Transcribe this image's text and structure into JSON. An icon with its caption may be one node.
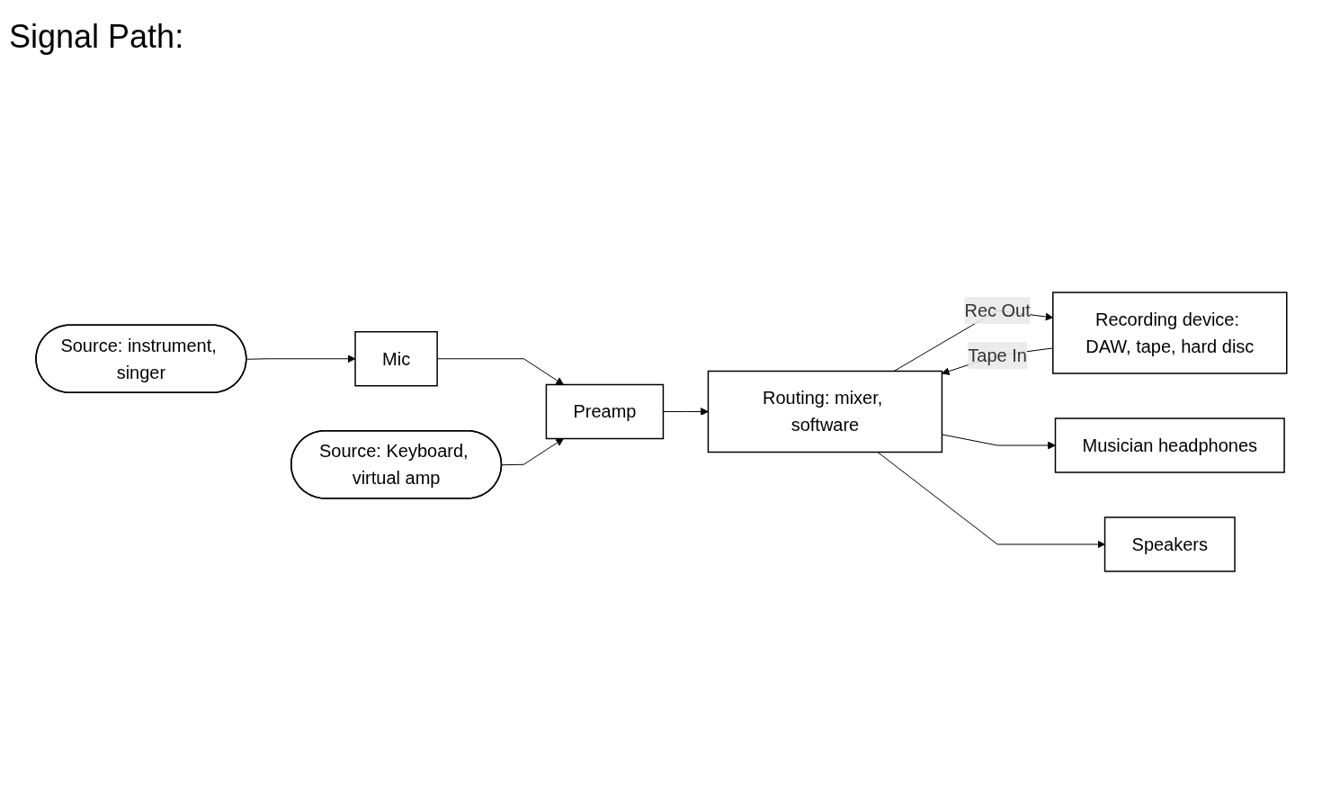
{
  "diagram": {
    "title": "Signal Path:",
    "nodes": [
      {
        "text": [
          "Source: instrument, singer"
        ]
      },
      {
        "text": [
          "Mic"
        ]
      },
      {
        "text": [
          "Source: Keyboard, virtual amp"
        ]
      },
      {
        "text": [
          "Preamp"
        ]
      },
      {
        "text": [
          "Musician headphones"
        ]
      },
      {
        "text": [
          "Routing: mixer, software"
        ]
      },
      {
        "text": [
          "Speakers"
        ]
      },
      {
        "text": [
          "Recording device: DAW, tape, hard disc"
        ]
      }
    ],
    "edges": [
      {
        "from": 0,
        "to": 1,
        "arrow": "to"
      },
      {
        "from": 1,
        "to": 3,
        "arrow": "to"
      },
      {
        "from": 2,
        "to": 3,
        "arrow": "to"
      },
      {
        "from": 3,
        "to": 5,
        "arrow": "to"
      },
      {
        "from": 5,
        "to": 7,
        "label": "Rec Out",
        "arrow": "to"
      },
      {
        "from": 7,
        "to": 5,
        "label": "Tape In",
        "arrow": "to"
      },
      {
        "from": 5,
        "to": 4,
        "arrow": "to"
      },
      {
        "from": 5,
        "to": 6,
        "arrow": "to"
      }
    ]
  }
}
